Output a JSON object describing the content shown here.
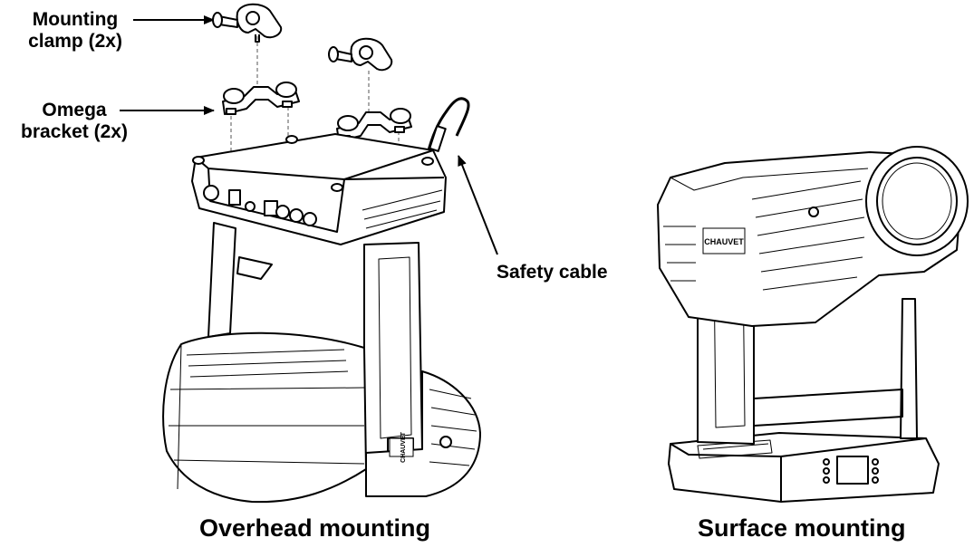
{
  "labels": {
    "mounting_clamp_line1": "Mounting",
    "mounting_clamp_line2": "clamp (2x)",
    "omega_bracket_line1": "Omega",
    "omega_bracket_line2": "bracket (2x)",
    "safety_cable": "Safety cable"
  },
  "captions": {
    "overhead": "Overhead mounting",
    "surface": "Surface mounting"
  },
  "logo_text": "CHAUVET",
  "colors": {
    "ink": "#000000",
    "background": "#ffffff"
  }
}
